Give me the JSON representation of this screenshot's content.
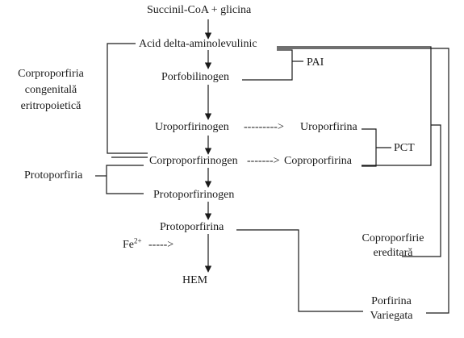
{
  "pathway": {
    "substrates": "Succinil-CoA + glicina",
    "ala": "Acid delta-aminolevulinic",
    "pbg": "Porfobilinogen",
    "uroporfirinogen": "Uroporfirinogen",
    "uroporfirina": "Uroporfirina",
    "uro_arrow": "--------->",
    "corproporfirinogen": "Corproporfirinogen",
    "coproporfirina": "Coproporfirina",
    "copro_arrow": "------->",
    "protoporfirinogen": "Protoporfirinogen",
    "protoporfirina": "Protoporfirina",
    "fe": "Fe",
    "fe_charge": "2+",
    "fe_arrow": "----->",
    "hem": "HEM"
  },
  "diseases": {
    "pai": "PAI",
    "pct": "PCT",
    "cep_line1": "Corproporfiria",
    "cep_line2": "congenitală",
    "cep_line3": "eritropoietică",
    "protoporfiria": "Protoporfiria",
    "hc_line1": "Coproporfirie",
    "hc_line2": "ereditară",
    "vp_line1": "Porfirina",
    "vp_line2": "Variegata"
  },
  "colors": {
    "ink": "#1a1a1a",
    "background": "#ffffff"
  }
}
